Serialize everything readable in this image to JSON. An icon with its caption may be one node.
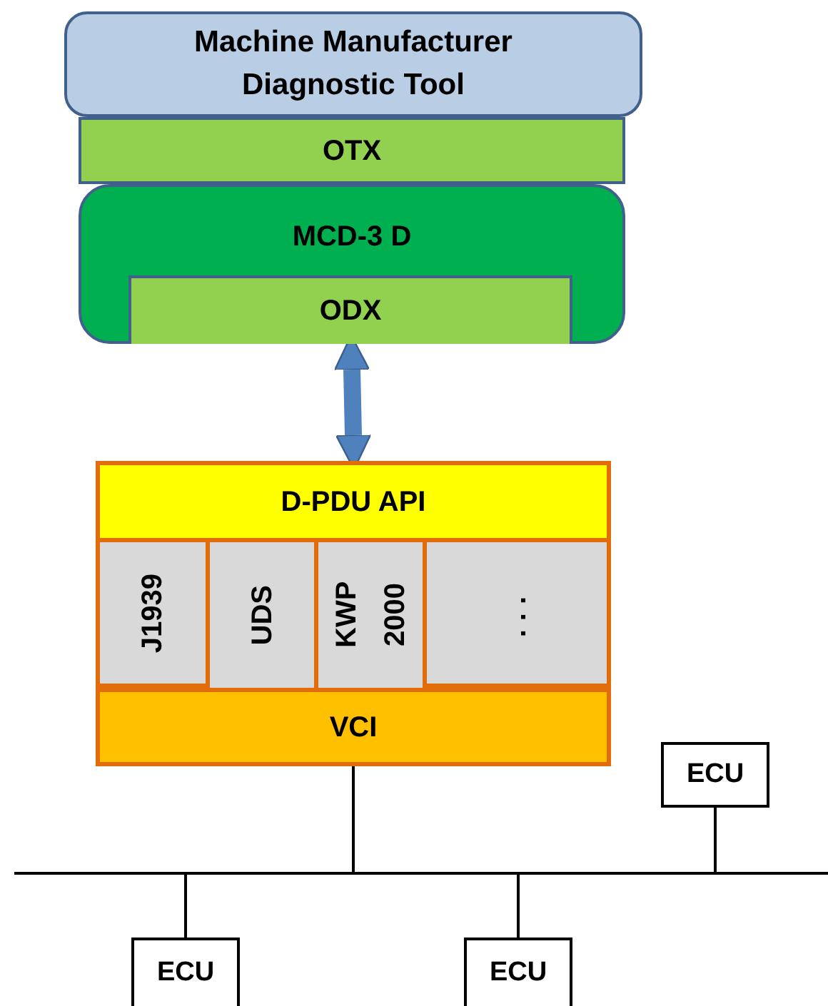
{
  "diagram": {
    "nodes": [
      {
        "text": [
          "Machine Manufacturer Diagnostic Tool"
        ]
      },
      {
        "text": [
          "OTX"
        ]
      },
      {
        "text": [
          "MCD-3 D"
        ]
      },
      {
        "text": [
          "ODX"
        ],
        "in": 2
      },
      {
        "text": [
          "D-PDU API"
        ]
      },
      {
        "text": [
          "J1939"
        ]
      },
      {
        "text": [
          "UDS"
        ]
      },
      {
        "text": [
          "KWP 2000"
        ]
      },
      {
        "text": [
          "..."
        ]
      },
      {
        "text": [
          "VCI"
        ]
      },
      {
        "text": [],
        "shape": "bar"
      },
      {
        "text": [
          "ECU"
        ]
      },
      {
        "text": [
          "ECU"
        ]
      },
      {
        "text": [
          "ECU"
        ]
      }
    ],
    "edges": [
      {
        "from": 2,
        "to": 4,
        "arrow": "both",
        "style": "thick",
        "color": "#4f81bd"
      },
      {
        "from": 9,
        "to": 10,
        "arrow": "none"
      },
      {
        "from": 11,
        "to": 10,
        "arrow": "none"
      },
      {
        "from": 10,
        "to": 12,
        "arrow": "none"
      },
      {
        "from": 10,
        "to": 13,
        "arrow": "none"
      }
    ]
  }
}
